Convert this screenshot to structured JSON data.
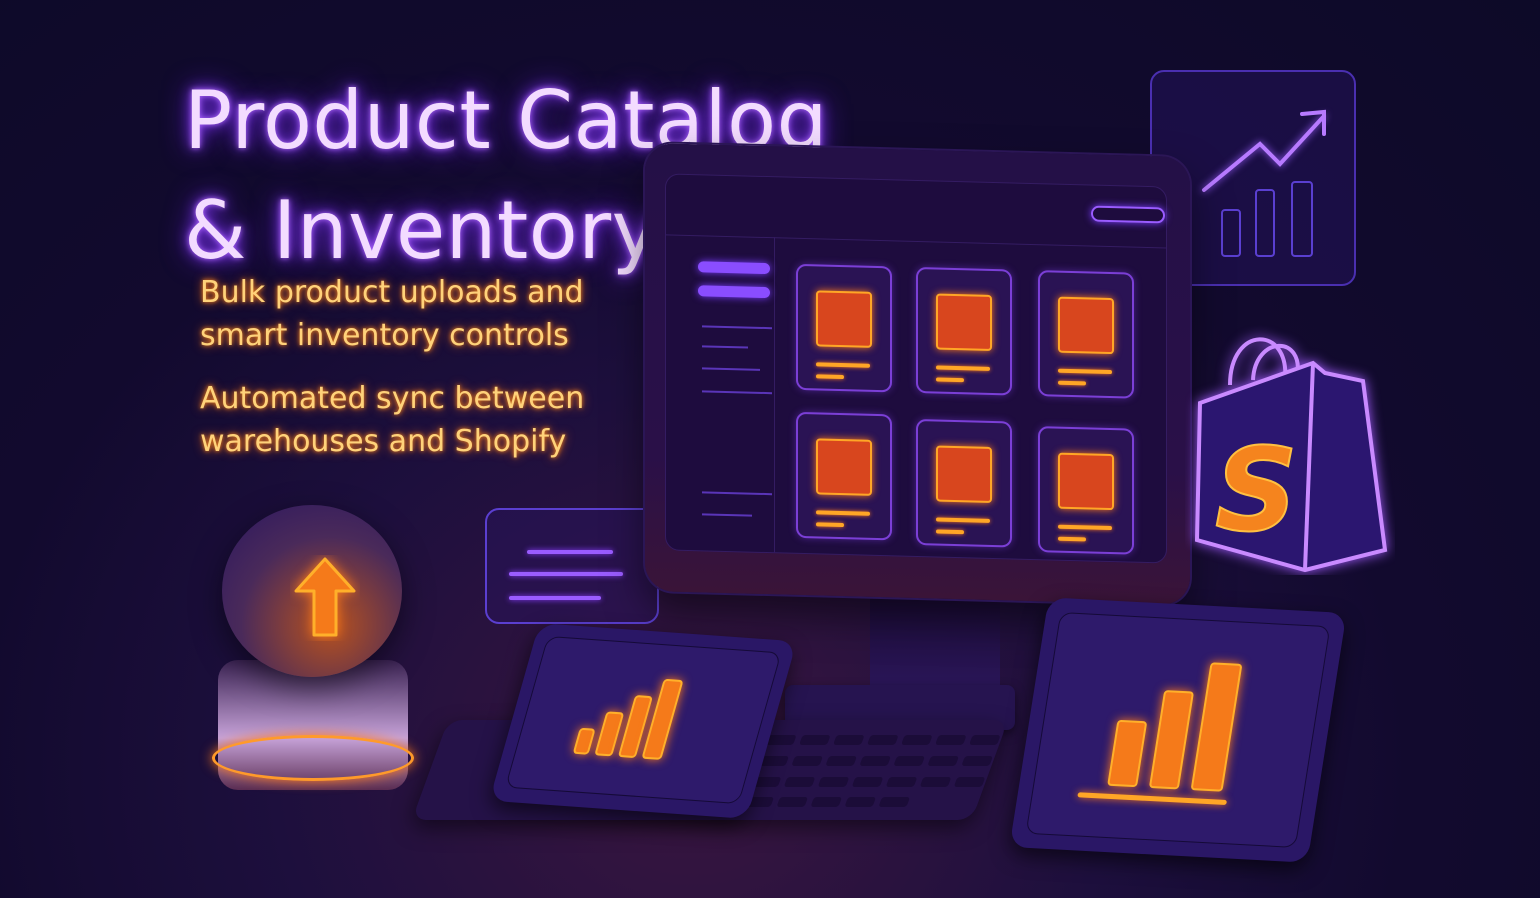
{
  "headline": {
    "line1": "Product Catalog",
    "line2": "& Inventory Sync"
  },
  "features": [
    {
      "line1": "Bulk product uploads and",
      "line2": "smart inventory controls"
    },
    {
      "line1": "Automated sync between",
      "line2": "warehouses and Shopify"
    }
  ],
  "icons": {
    "upload": "upload-arrow-icon",
    "shopify": "S",
    "growth_chart": "trend-up-chart-icon",
    "product_image": "image-placeholder-icon",
    "bar_chart": "bar-chart-icon"
  },
  "colors": {
    "background": "#120a2e",
    "neon_purple": "#9a5cff",
    "neon_orange": "#ff8a1a",
    "headline_text": "#f3dcff",
    "feature_text": "#ffd27a"
  },
  "catalog_grid": {
    "rows": 2,
    "columns": 3,
    "card_count": 6
  }
}
